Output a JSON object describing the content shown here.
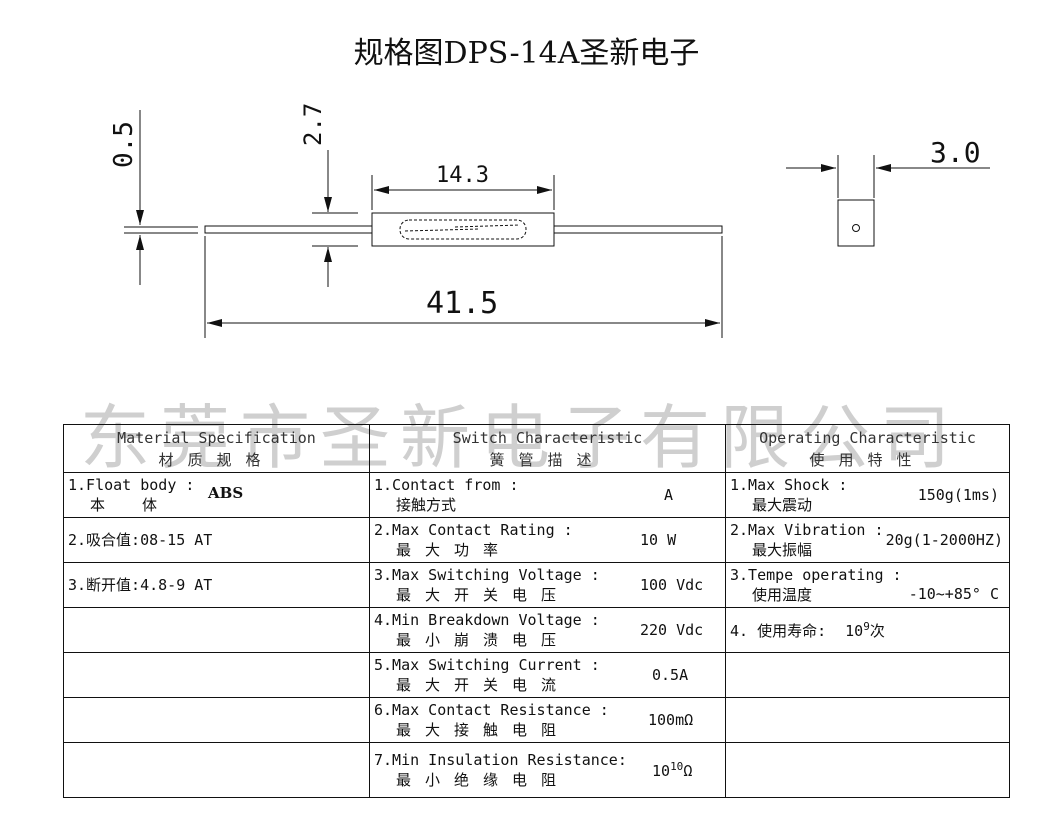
{
  "title": "规格图DPS-14A圣新电子",
  "watermark": "东莞市圣新电子有限公司",
  "dimensions": {
    "lead_diameter": "0.5",
    "body_height": "2.7",
    "body_length": "14.3",
    "total_length": "41.5",
    "body_diameter": "3.0"
  },
  "table": {
    "headers": [
      {
        "en": "Material  Specification",
        "cn": "材质规格"
      },
      {
        "en": "Switch Characteristic",
        "cn": "簧管描述"
      },
      {
        "en": "Operating Characteristic",
        "cn": "使用特性"
      }
    ],
    "material": [
      {
        "line1": "1.Float body :",
        "line2": "本 体",
        "value": "ABS"
      },
      {
        "line1": "2.吸合值:08-15 AT"
      },
      {
        "line1": "3.断开值:4.8-9 AT"
      }
    ],
    "switch": [
      {
        "en": "1.Contact from :",
        "cn": "接触方式",
        "value": "A"
      },
      {
        "en": "2.Max Contact Rating :",
        "cn": "最大功率",
        "value": "10 W"
      },
      {
        "en": "3.Max Switching Voltage :",
        "cn": "最大开关电压",
        "value": "100 Vdc"
      },
      {
        "en": "4.Min Breakdown Voltage :",
        "cn": "最小崩溃电压",
        "value": "220 Vdc"
      },
      {
        "en": "5.Max Switching Current :",
        "cn": "最大开关电流",
        "value": "0.5A"
      },
      {
        "en": "6.Max Contact Resistance :",
        "cn": "最大接触电阻",
        "value": "100mΩ"
      },
      {
        "en": "7.Min Insulation Resistance:",
        "cn": "最小绝缘电阻",
        "value_base": "10",
        "value_exp": "10",
        "value_unit": "Ω"
      }
    ],
    "operating": [
      {
        "en": "1.Max Shock :",
        "cn": "最大震动",
        "value": "150g(1ms)"
      },
      {
        "en": "2.Max Vibration :",
        "cn": "最大振幅",
        "value": "20g(1-2000HZ)"
      },
      {
        "en": "3.Tempe operating :",
        "cn": "使用温度",
        "value": "-10~+85° C"
      },
      {
        "en": "4. 使用寿命:",
        "value_base": "10",
        "value_exp": "9",
        "value_unit": "次"
      }
    ]
  }
}
